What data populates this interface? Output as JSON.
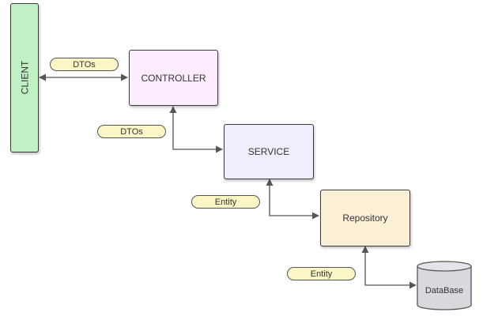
{
  "diagram": {
    "client": {
      "label": "CLIENT",
      "color": "#bff1c4"
    },
    "controller": {
      "label": "CONTROLLER",
      "color": "#fcecfd"
    },
    "service": {
      "label": "SERVICE",
      "color": "#eeeefd"
    },
    "repository": {
      "label": "Repository",
      "color": "#fcf0d6"
    },
    "database": {
      "label": "DataBase",
      "color": "#d8d9dd"
    },
    "edge_labels": {
      "client_controller": "DTOs",
      "controller_service": "DTOs",
      "service_repository": "Entity",
      "repository_database": "Entity"
    },
    "pill_color": "#fbf6c6"
  }
}
